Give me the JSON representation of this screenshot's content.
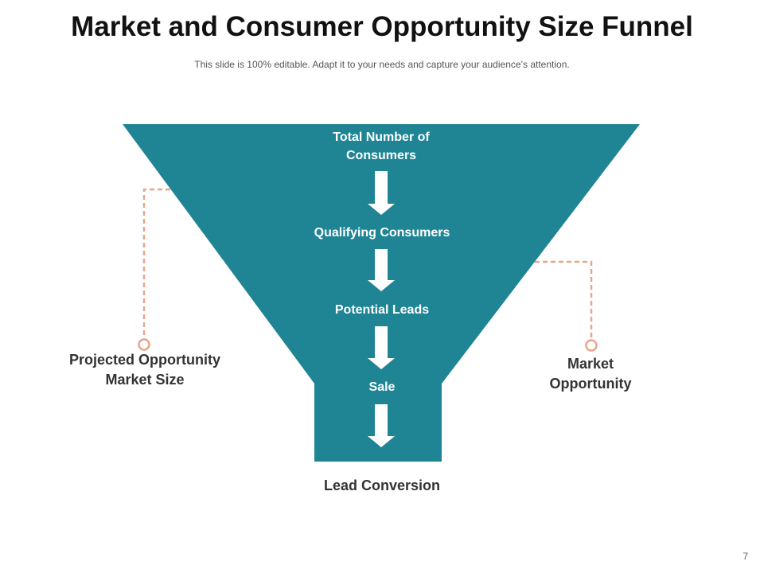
{
  "header": {
    "title": "Market and Consumer Opportunity Size Funnel",
    "subtitle": "This slide is 100% editable. Adapt it to your needs and capture your audience’s attention."
  },
  "funnel": {
    "color": "#1F8595",
    "arrow_color": "#FFFFFF",
    "connector_color": "#E8A58C",
    "stages": [
      {
        "label": "Total Number of Consumers"
      },
      {
        "label": "Qualifying Consumers"
      },
      {
        "label": "Potential Leads"
      },
      {
        "label": "Sale"
      }
    ],
    "outcome_label": "Lead Conversion"
  },
  "callouts": {
    "left_label": "Projected Opportunity Market Size",
    "right_label": "Market Opportunity"
  },
  "footer": {
    "page_number": "7"
  }
}
